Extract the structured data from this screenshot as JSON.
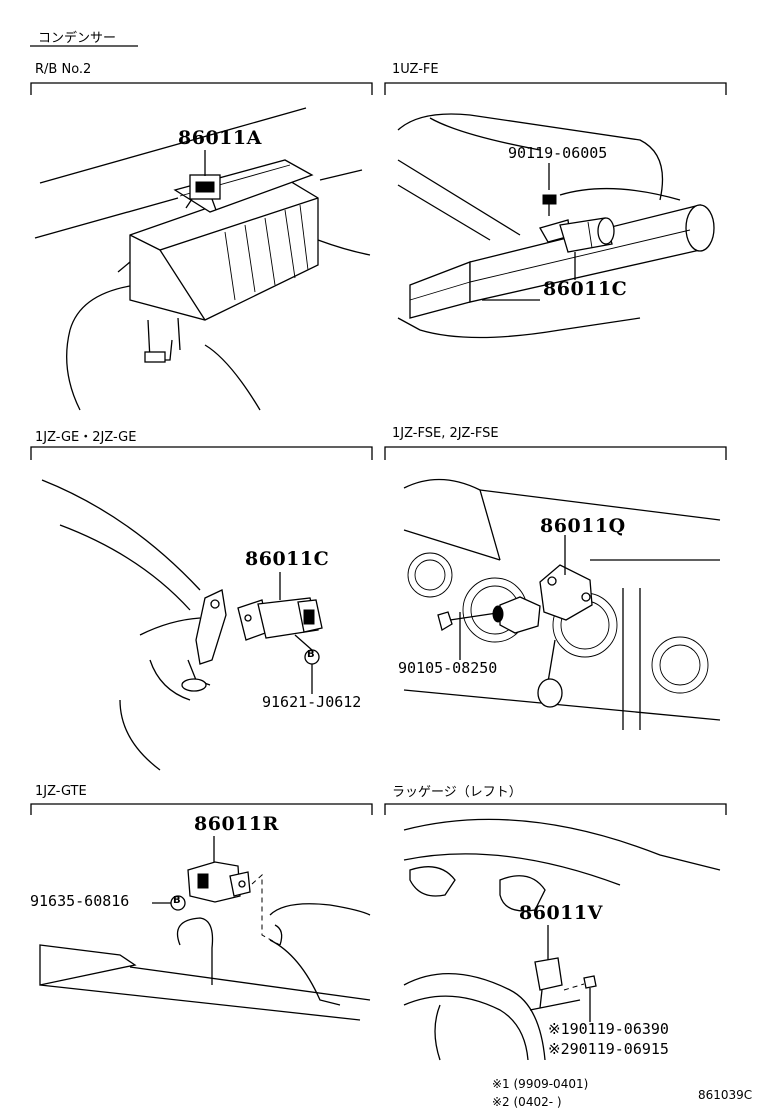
{
  "title": "コンデンサー",
  "panels": [
    {
      "section": "R/B No.2",
      "part": "86011A"
    },
    {
      "section": "1UZ-FE",
      "part": "86011C",
      "bolt": "90119-06005"
    },
    {
      "section": "1JZ-GE・2JZ-GE",
      "part": "86011C",
      "bolt": "91621-J0612"
    },
    {
      "section": "1JZ-FSE, 2JZ-FSE",
      "part": "86011Q",
      "bolt": "90105-08250"
    },
    {
      "section": "1JZ-GTE",
      "part": "86011R",
      "bolt": "91635-60816"
    },
    {
      "section": "ラッゲージ（レフト）",
      "part": "86011V",
      "bolt1": "※190119-06390",
      "bolt2": "※290119-06915"
    }
  ],
  "symbols": {
    "b_marker": "B"
  },
  "notes": [
    "※1  (9909-0401)",
    "※2  (0402-      )"
  ],
  "drawing_code": "861039C"
}
